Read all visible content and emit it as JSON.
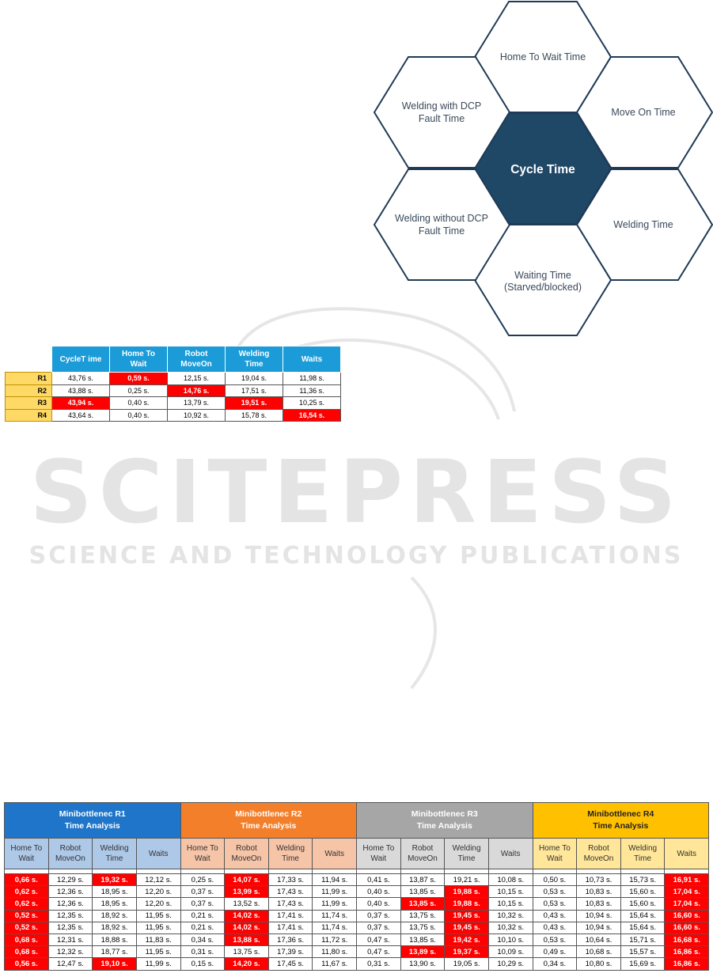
{
  "hex_diagram": {
    "center": "Cycle Time",
    "top": "Home To Wait Time",
    "upper_right": "Move On Time",
    "lower_right": "Welding Time",
    "bottom_line1": "Waiting Time",
    "bottom_line2": "(Starved/blocked)",
    "lower_left_line1": "Welding without DCP",
    "lower_left_line2": "Fault Time",
    "upper_left_line1": "Welding with DCP",
    "upper_left_line2": "Fault Time"
  },
  "watermark": {
    "main": "SCITEPRESS",
    "sub": "SCIENCE AND TECHNOLOGY PUBLICATIONS"
  },
  "summary_table": {
    "headers": [
      {
        "l1": "CycleT ime",
        "l2": ""
      },
      {
        "l1": "Home To",
        "l2": "Wait"
      },
      {
        "l1": "Robot",
        "l2": "MoveOn"
      },
      {
        "l1": "Welding",
        "l2": "Time"
      },
      {
        "l1": "Waits",
        "l2": ""
      }
    ],
    "rows": [
      {
        "label": "R1",
        "cells": [
          "43,76 s.",
          "0,59 s.",
          "12,15 s.",
          "19,04 s.",
          "11,98 s."
        ]
      },
      {
        "label": "R2",
        "cells": [
          "43,88 s.",
          "0,25 s.",
          "14,76 s.",
          "17,51 s.",
          "11,36 s."
        ]
      },
      {
        "label": "R3",
        "cells": [
          "43,94 s.",
          "0,40 s.",
          "13,79 s.",
          "19,51 s.",
          "10,25 s."
        ]
      },
      {
        "label": "R4",
        "cells": [
          "43,64 s.",
          "0,40 s.",
          "10,92 s.",
          "15,78 s.",
          "16,54 s."
        ]
      }
    ],
    "highlight": [
      [
        1
      ],
      [
        2
      ],
      [
        0,
        3
      ],
      [
        4
      ]
    ],
    "highlight_color": "#ff0000",
    "header_color": "#1b9bd7",
    "row_label_color": "#ffd966"
  },
  "analysis_table": {
    "groups": [
      {
        "l1": "Minibottlenec R1",
        "l2": "Time Analysis",
        "color": "#1e75c9"
      },
      {
        "l1": "Minibottlenec R2",
        "l2": "Time Analysis",
        "color": "#f47f2b"
      },
      {
        "l1": "Minibottlenec R3",
        "l2": "Time Analysis",
        "color": "#a6a6a6"
      },
      {
        "l1": "Minibottlenec R4",
        "l2": "Time Analysis",
        "color": "#ffc000"
      }
    ],
    "subheaders": [
      {
        "l1": "Home To",
        "l2": "Wait"
      },
      {
        "l1": "Robot",
        "l2": "MoveOn"
      },
      {
        "l1": "Welding",
        "l2": "Time"
      },
      {
        "l1": "Waits",
        "l2": ""
      }
    ],
    "rows": [
      [
        "0,66 s.",
        "12,29 s.",
        "19,32 s.",
        "12,12 s.",
        "0,25 s.",
        "14,07 s.",
        "17,33 s.",
        "11,94 s.",
        "0,41 s.",
        "13,87 s.",
        "19,21 s.",
        "10,08 s.",
        "0,50 s.",
        "10,73 s.",
        "15,73 s.",
        "16,91 s."
      ],
      [
        "0,62 s.",
        "12,36 s.",
        "18,95 s.",
        "12,20 s.",
        "0,37 s.",
        "13,99 s.",
        "17,43 s.",
        "11,99 s.",
        "0,40 s.",
        "13,85 s.",
        "19,88 s.",
        "10,15 s.",
        "0,53 s.",
        "10,83 s.",
        "15,60 s.",
        "17,04 s."
      ],
      [
        "0,62 s.",
        "12,36 s.",
        "18,95 s.",
        "12,20 s.",
        "0,37 s.",
        "13,52 s.",
        "17,43 s.",
        "11,99 s.",
        "0,40 s.",
        "13,85 s.",
        "19,88 s.",
        "10,15 s.",
        "0,53 s.",
        "10,83 s.",
        "15,60 s.",
        "17,04 s."
      ],
      [
        "0,52 s.",
        "12,35 s.",
        "18,92 s.",
        "11,95 s.",
        "0,21 s.",
        "14,02 s.",
        "17,41 s.",
        "11,74 s.",
        "0,37 s.",
        "13,75 s.",
        "19,45 s.",
        "10,32 s.",
        "0,43 s.",
        "10,94 s.",
        "15,64 s.",
        "16,60 s."
      ],
      [
        "0,52 s.",
        "12,35 s.",
        "18,92 s.",
        "11,95 s.",
        "0,21 s.",
        "14,02 s.",
        "17,41 s.",
        "11,74 s.",
        "0,37 s.",
        "13,75 s.",
        "19,45 s.",
        "10,32 s.",
        "0,43 s.",
        "10,94 s.",
        "15,64 s.",
        "16,60 s."
      ],
      [
        "0,68 s.",
        "12,31 s.",
        "18,88 s.",
        "11,83 s.",
        "0,34 s.",
        "13,88 s.",
        "17,36 s.",
        "11,72 s.",
        "0,47 s.",
        "13,85 s.",
        "19,42 s.",
        "10,10 s.",
        "0,53 s.",
        "10,64 s.",
        "15,71 s.",
        "16,68 s."
      ],
      [
        "0,68 s.",
        "12,32 s.",
        "18,77 s.",
        "11,95 s.",
        "0,31 s.",
        "13,75 s.",
        "17,39 s.",
        "11,80 s.",
        "0,47 s.",
        "13,89 s.",
        "19,37 s.",
        "10,09 s.",
        "0,49 s.",
        "10,68 s.",
        "15,57 s.",
        "16,86 s."
      ],
      [
        "0,56 s.",
        "12,47 s.",
        "19,10 s.",
        "11,99 s.",
        "0,15 s.",
        "14,20 s.",
        "17,45 s.",
        "11,67 s.",
        "0,31 s.",
        "13,90 s.",
        "19,05 s.",
        "10,29 s.",
        "0,34 s.",
        "10,80 s.",
        "15,69 s.",
        "16,86 s."
      ]
    ],
    "highlight": [
      [
        0,
        2,
        5,
        15
      ],
      [
        0,
        5,
        10,
        15
      ],
      [
        0,
        9,
        10,
        15
      ],
      [
        0,
        5,
        10,
        15
      ],
      [
        0,
        5,
        10,
        15
      ],
      [
        0,
        5,
        10,
        15
      ],
      [
        0,
        9,
        10,
        15
      ],
      [
        0,
        2,
        5,
        15
      ]
    ]
  }
}
